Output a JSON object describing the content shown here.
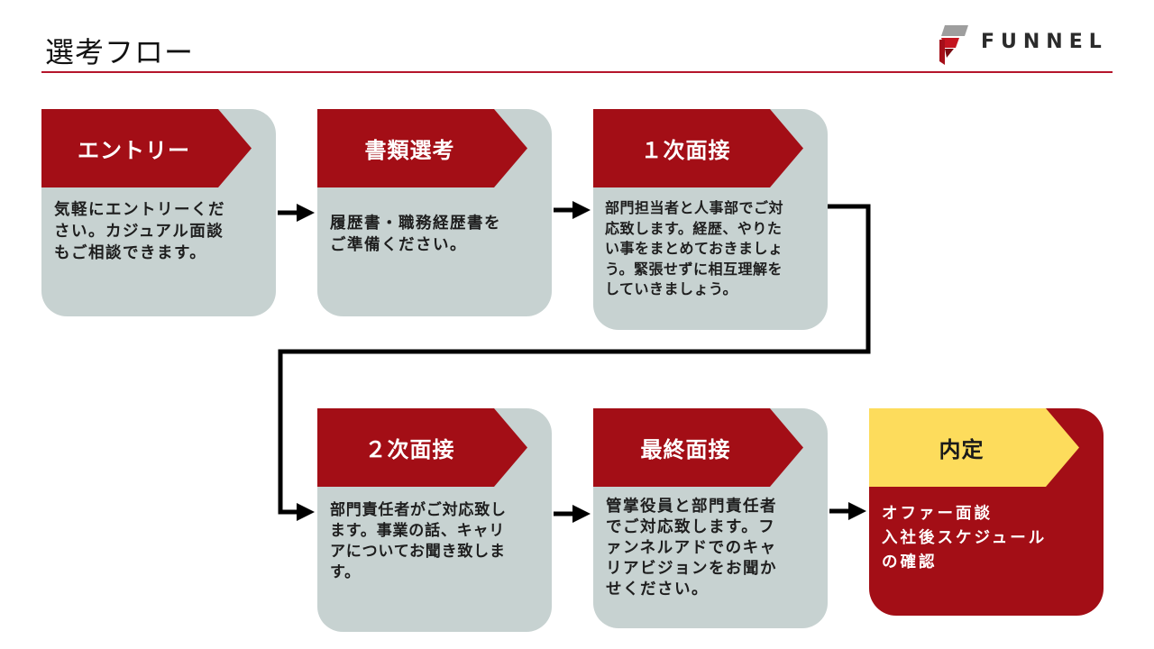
{
  "header": {
    "title": "選考フロー",
    "logo_text": "FUNNEL"
  },
  "colors": {
    "accent_red": "#a30e16",
    "card_gray": "#c7d2d1",
    "highlight_yellow": "#fddc5c",
    "rule_red": "#b5152b"
  },
  "steps": [
    {
      "title": "エントリー",
      "lines": [
        "気軽にエントリーくだ",
        "さい。カジュアル面談",
        "もご相談できます。"
      ]
    },
    {
      "title": "書類選考",
      "lines": [
        "履歴書・職務経歴書を",
        "ご準備ください。"
      ]
    },
    {
      "title": "１次面接",
      "lines": [
        "部門担当者と人事部でご対",
        "応致します。経歴、やりた",
        "い事をまとめておきましょ",
        "う。緊張せずに相互理解を",
        "していきましょう。"
      ]
    },
    {
      "title": "２次面接",
      "lines": [
        "部門責任者がご対応致し",
        "ます。事業の話、キャリ",
        "アについてお聞き致しま",
        "す。"
      ]
    },
    {
      "title": "最終面接",
      "lines": [
        "管掌役員と部門責任者",
        "でご対応致します。フ",
        "ァンネルアドでのキャ",
        "リアビジョンをお聞か",
        "せください。"
      ]
    },
    {
      "title": "内定",
      "lines": [
        "オファー面談",
        "入社後スケジュール",
        "の確認"
      ]
    }
  ]
}
